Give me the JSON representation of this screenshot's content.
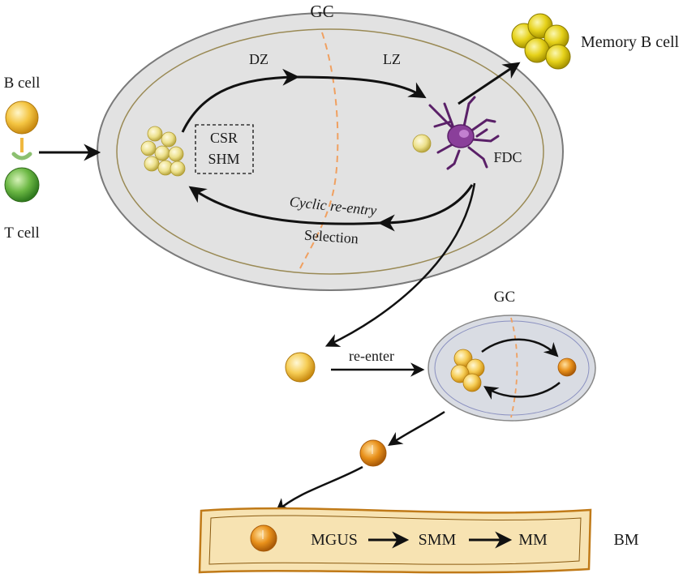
{
  "labels": {
    "gc_main": "GC",
    "dz": "DZ",
    "lz": "LZ",
    "b_cell": "B cell",
    "t_cell": "T cell",
    "csr": "CSR",
    "shm": "SHM",
    "fdc": "FDC",
    "memory_b_cell": "Memory B cell",
    "cyclic_reentry": "Cyclic re-entry",
    "selection": "Selection",
    "re_enter": "re-enter",
    "gc_small": "GC",
    "mgus": "MGUS",
    "smm": "SMM",
    "mm": "MM",
    "bm": "BM"
  },
  "colors": {
    "gc_fill": "#e2e2e2",
    "gc_outline": "#7a7a7a",
    "gc_inner_line": "#9a8a55",
    "small_gc_fill": "#d9dce3",
    "small_gc_inner_line": "#8a90c0",
    "zone_divider": "#f0a060",
    "b_cell": "#f4c542",
    "t_cell": "#5aa83a",
    "pale_b_cell": "#ece08a",
    "memory_cell": "#e6d21a",
    "plasma_cell": "#e8901a",
    "fdc": "#8a3f9a",
    "bm_fill": "#f7e3b2",
    "bm_outline": "#c07a18",
    "arrow": "#111111"
  }
}
